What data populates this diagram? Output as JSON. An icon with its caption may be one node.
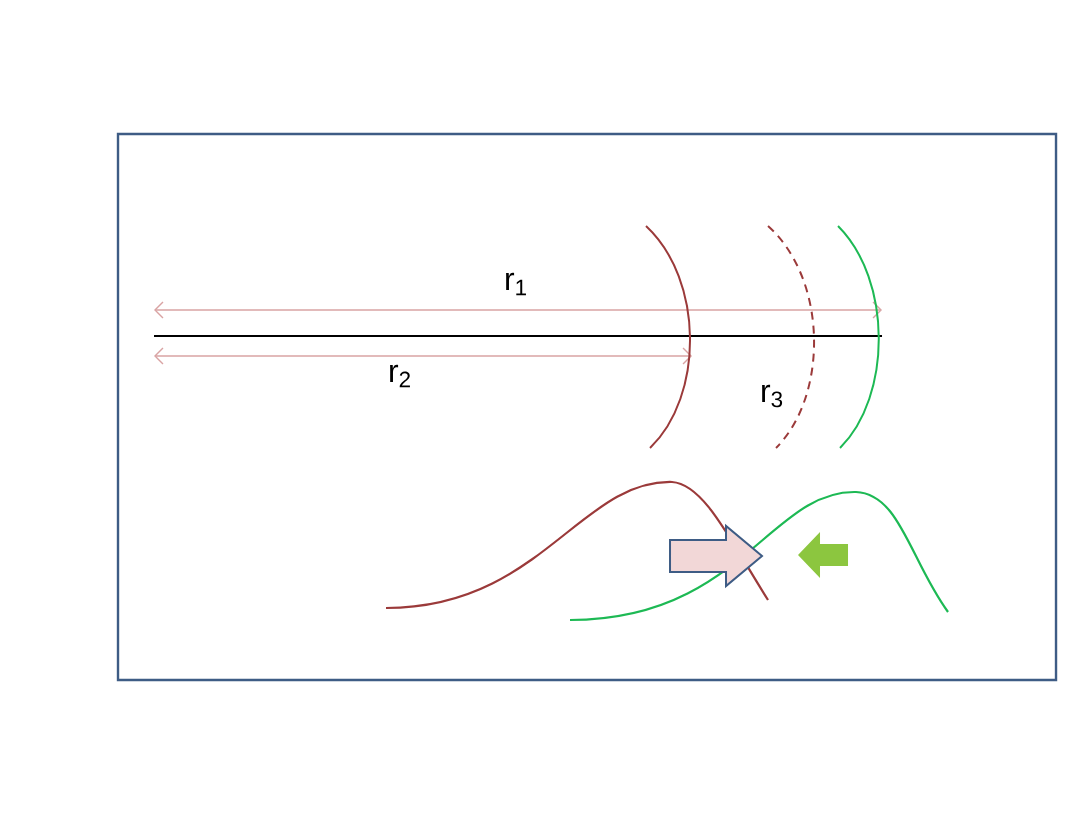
{
  "diagram": {
    "labels": [
      "r$_{1}$",
      "r$_{2}$",
      "r$_{3}$"
    ]
  }
}
